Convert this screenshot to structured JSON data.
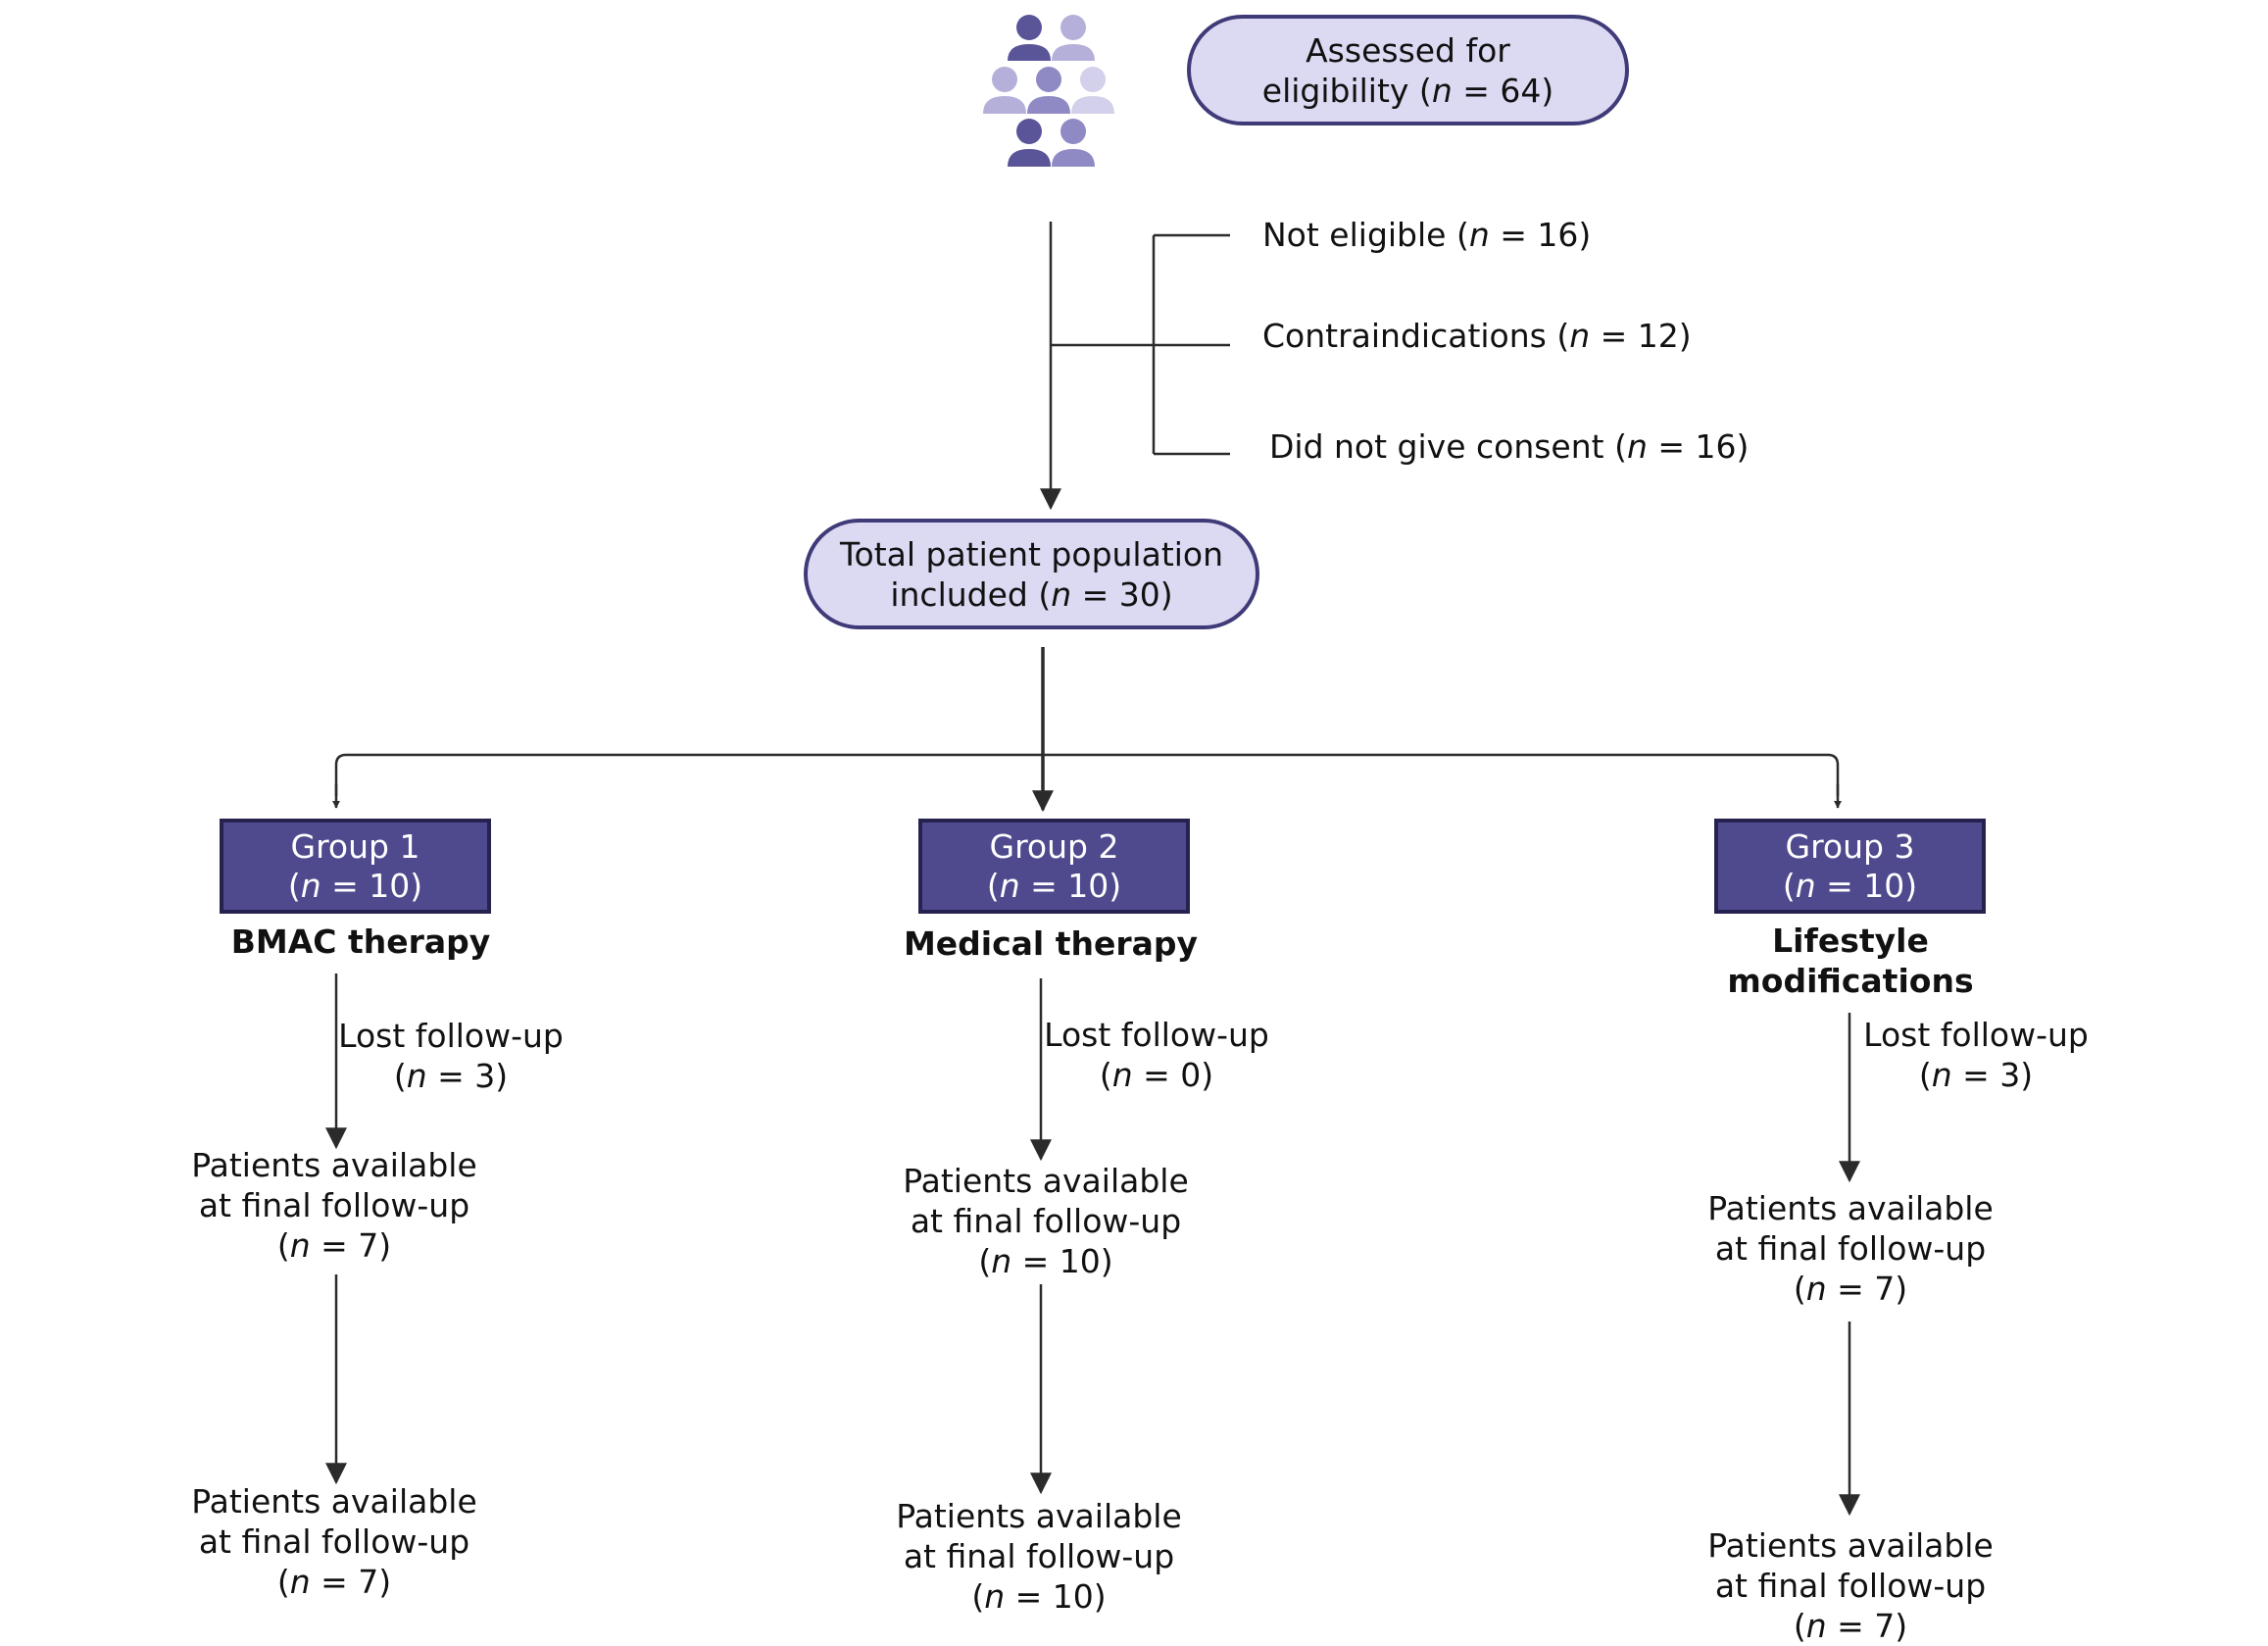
{
  "assessed": {
    "line1": "Assessed for",
    "line2_pre": "eligibility (",
    "n_symbol": "n",
    "line2_post": " = 64)"
  },
  "exclusions": [
    {
      "pre": "Not eligible (",
      "n_symbol": "n",
      "post": " = 16)"
    },
    {
      "pre": "Contraindications (",
      "n_symbol": "n",
      "post": " = 12)"
    },
    {
      "pre": "Did not give consent (",
      "n_symbol": "n",
      "post": " = 16)"
    }
  ],
  "total": {
    "line1": "Total patient population",
    "line2_pre": "included (",
    "n_symbol": "n",
    "line2_post": " = 30)"
  },
  "groups": [
    {
      "title": "Group 1",
      "n_pre": "(",
      "n_symbol": "n",
      "n_post": " = 10)",
      "therapy_lines": [
        "BMAC therapy"
      ],
      "lost": {
        "line1": "Lost follow-up",
        "pre": "(",
        "n_symbol": "n",
        "post": " = 3)"
      },
      "available1": {
        "line1": "Patients available",
        "line2": "at final follow-up",
        "pre": "(",
        "n_symbol": "n",
        "post": " = 7)"
      },
      "available2": {
        "line1": "Patients available",
        "line2": "at final follow-up",
        "pre": "(",
        "n_symbol": "n",
        "post": " = 7)"
      }
    },
    {
      "title": "Group 2",
      "n_pre": "(",
      "n_symbol": "n",
      "n_post": " = 10)",
      "therapy_lines": [
        "Medical therapy"
      ],
      "lost": {
        "line1": "Lost follow-up",
        "pre": "(",
        "n_symbol": "n",
        "post": " = 0)"
      },
      "available1": {
        "line1": "Patients available",
        "line2": "at final follow-up",
        "pre": "(",
        "n_symbol": "n",
        "post": " = 10)"
      },
      "available2": {
        "line1": "Patients available",
        "line2": "at final follow-up",
        "pre": "(",
        "n_symbol": "n",
        "post": " = 10)"
      }
    },
    {
      "title": "Group 3",
      "n_pre": "(",
      "n_symbol": "n",
      "n_post": " = 10)",
      "therapy_lines": [
        "Lifestyle",
        "modifications"
      ],
      "lost": {
        "line1": "Lost follow-up",
        "pre": "(",
        "n_symbol": "n",
        "post": " = 3)"
      },
      "available1": {
        "line1": "Patients available",
        "line2": "at final follow-up",
        "pre": "(",
        "n_symbol": "n",
        "post": " = 7)"
      },
      "available2": {
        "line1": "Patients available",
        "line2": "at final follow-up",
        "pre": "(",
        "n_symbol": "n",
        "post": " = 7)"
      }
    }
  ],
  "people_icon": {
    "name": "people-group-icon",
    "colors": [
      "#5a5599",
      "#8f8ac4",
      "#b4b0da",
      "#d2d0ea"
    ]
  },
  "colors": {
    "pill_fill": "#dcd9f3",
    "pill_border": "#3f3b78",
    "group_fill": "#4f4a8d",
    "group_border": "#26224f",
    "line": "#2b2b2b"
  }
}
